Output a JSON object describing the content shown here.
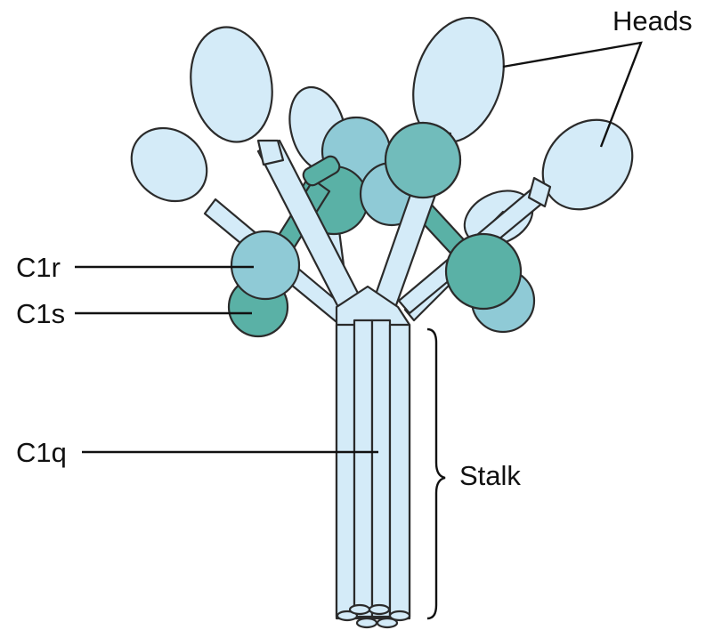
{
  "labels": {
    "heads": "Heads",
    "c1r": "C1r",
    "c1s": "C1s",
    "c1q": "C1q",
    "stalk": "Stalk"
  },
  "colors": {
    "head_fill": "#d4ebf8",
    "stalk_fill": "#d4ebf8",
    "c1r_fill": "#8fcad6",
    "c1s_fill": "#5ab1a6",
    "outline": "#2b2b2b"
  }
}
